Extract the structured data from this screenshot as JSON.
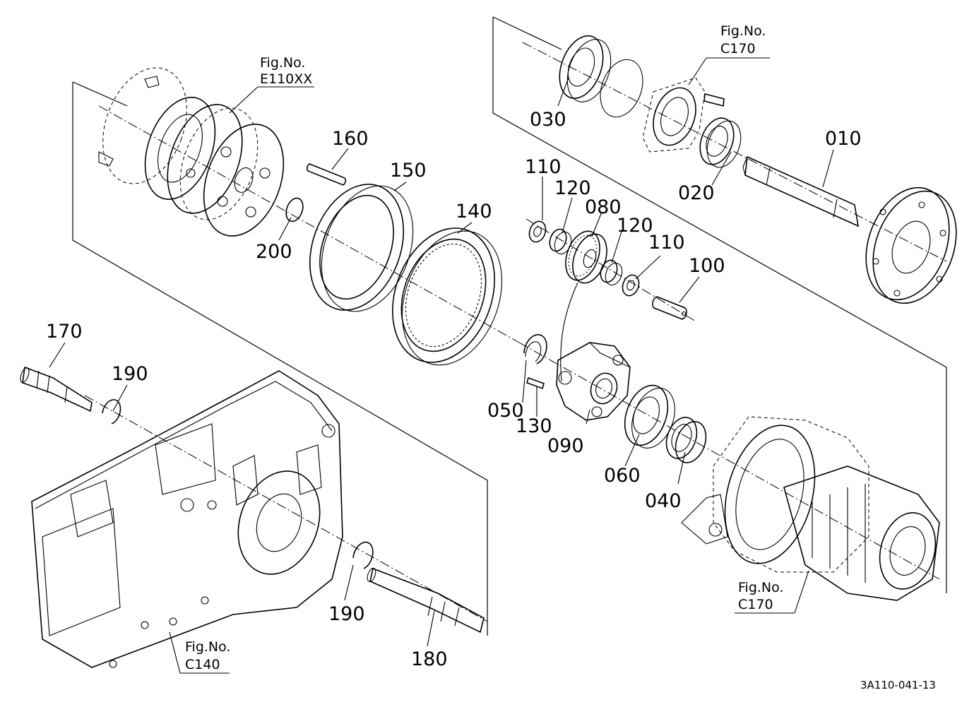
{
  "callouts": {
    "c010": "010",
    "c020": "020",
    "c030": "030",
    "c040": "040",
    "c050": "050",
    "c060": "060",
    "c080": "080",
    "c090": "090",
    "c100": "100",
    "c110a": "110",
    "c110b": "110",
    "c120a": "120",
    "c120b": "120",
    "c130": "130",
    "c140": "140",
    "c150": "150",
    "c160": "160",
    "c170": "170",
    "c180": "180",
    "c190a": "190",
    "c190b": "190",
    "c200": "200"
  },
  "figure_refs": {
    "e110": {
      "label": "Fig.No.",
      "number": "E110XX"
    },
    "c170_top": {
      "label": "Fig.No.",
      "number": "C170"
    },
    "c170_bottom": {
      "label": "Fig.No.",
      "number": "C170"
    },
    "c140": {
      "label": "Fig.No.",
      "number": "C140"
    }
  },
  "drawing_code": "3A110-041-13"
}
